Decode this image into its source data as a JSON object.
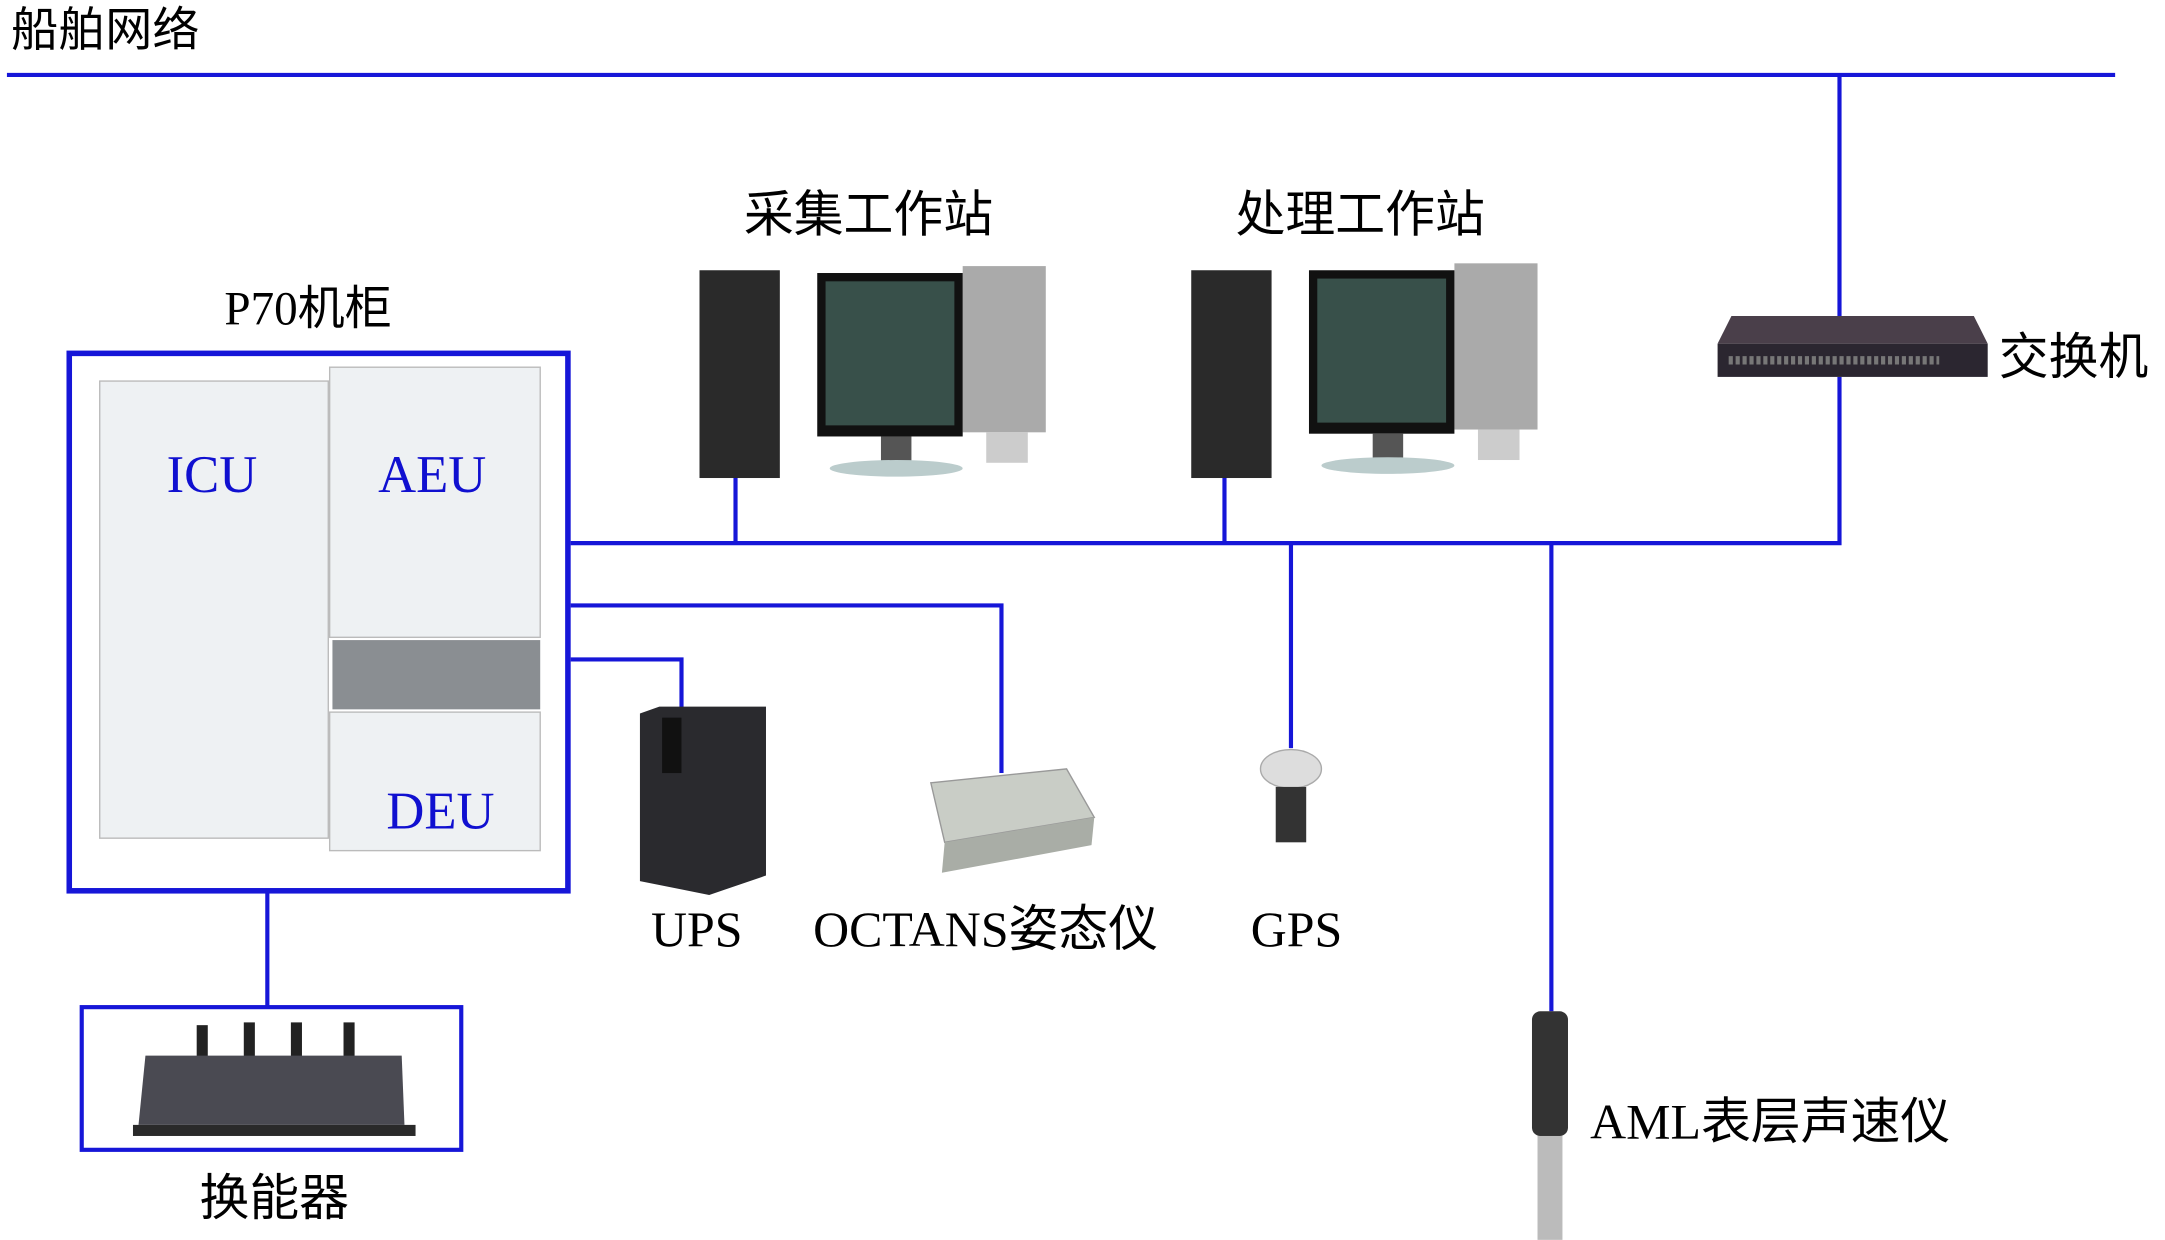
{
  "network_title": "船舶网络",
  "cabinet": {
    "label": "P70机柜",
    "modules": {
      "icu": "ICU",
      "aeu": "AEU",
      "deu": "DEU"
    }
  },
  "workstations": {
    "acquisition": "采集工作站",
    "processing": "处理工作站"
  },
  "switch": "交换机",
  "transducer": "换能器",
  "devices": {
    "ups": "UPS",
    "octans": "OCTANS姿态仪",
    "gps": "GPS",
    "aml": "AML表层声速仪"
  },
  "colors": {
    "line": "#1616d8",
    "label_blue": "#1010d0"
  }
}
